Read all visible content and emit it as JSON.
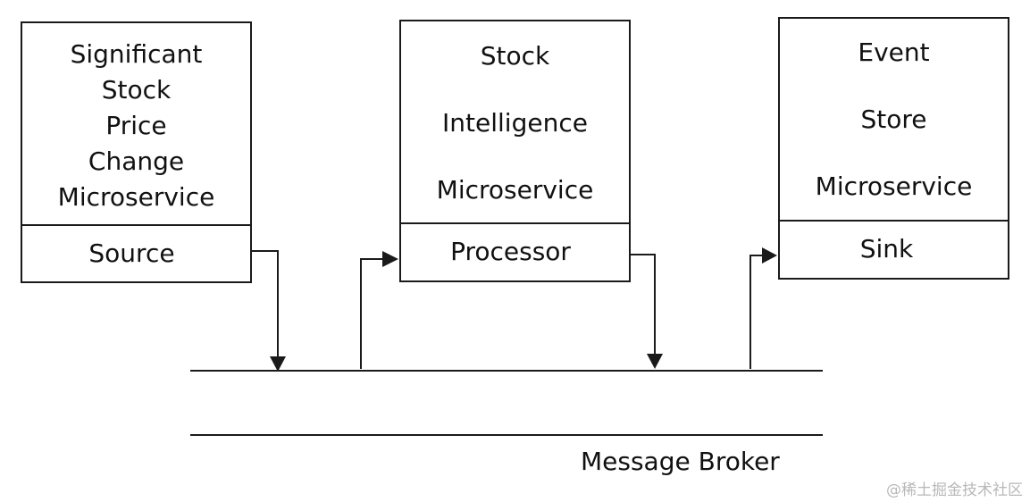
{
  "components": [
    {
      "id": "source",
      "name_lines": [
        "Significant",
        "Stock",
        "Price",
        "Change",
        "Microservice"
      ],
      "role": "Source"
    },
    {
      "id": "processor",
      "name_lines": [
        "Stock",
        "Intelligence",
        "Microservice"
      ],
      "role": "Processor"
    },
    {
      "id": "sink",
      "name_lines": [
        "Event",
        "Store",
        "Microservice"
      ],
      "role": "Sink"
    }
  ],
  "broker": {
    "label": "Message Broker"
  },
  "watermark": "@稀土掘金技术社区"
}
